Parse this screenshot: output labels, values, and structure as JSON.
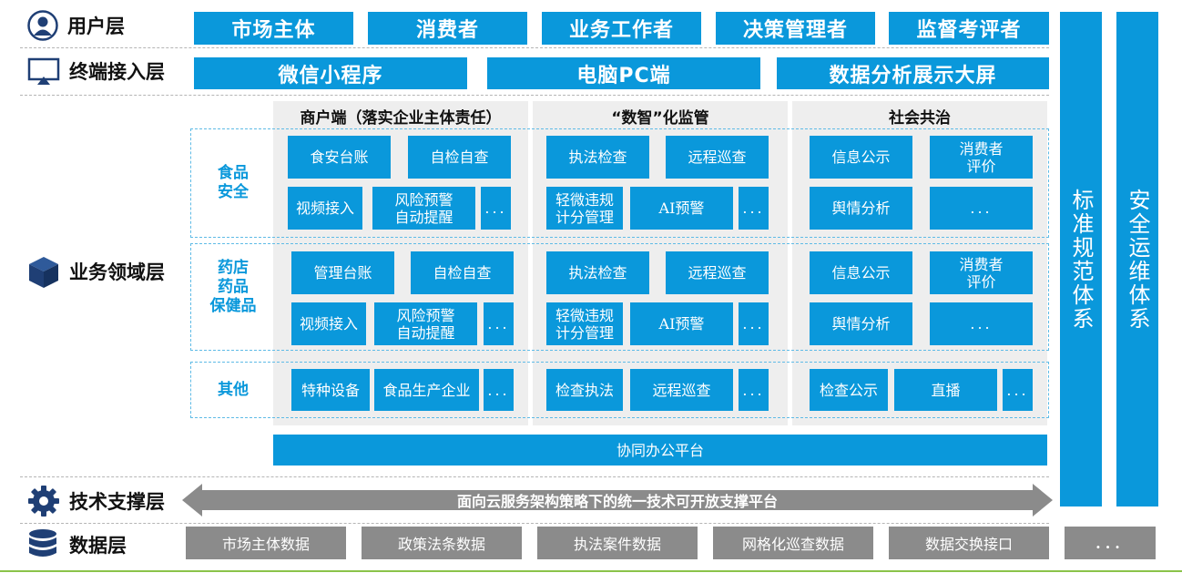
{
  "layers": {
    "user": "用户层",
    "terminal": "终端接入层",
    "business": "业务领域层",
    "tech": "技术支撑层",
    "data": "数据层"
  },
  "user_items": [
    "市场主体",
    "消费者",
    "业务工作者",
    "决策管理者",
    "监督考评者"
  ],
  "terminal_items": [
    "微信小程序",
    "电脑PC端",
    "数据分析展示大屏"
  ],
  "columns": [
    "商户端（落实企业主体责任）",
    "“数智”化监管",
    "社会共治"
  ],
  "domains": [
    "食品\n安全",
    "药店\n药品\n保健品",
    "其他"
  ],
  "food": {
    "merchant": [
      "食安台账",
      "自检自查",
      "视频接入",
      "风险预警\n自动提醒",
      "..."
    ],
    "regulation": [
      "执法检查",
      "远程巡查",
      "轻微违规\n计分管理",
      "AI预警",
      "..."
    ],
    "social": [
      "信息公示",
      "消费者\n评价",
      "舆情分析",
      "..."
    ]
  },
  "pharmacy": {
    "merchant": [
      "管理台账",
      "自检自查",
      "视频接入",
      "风险预警\n自动提醒",
      "..."
    ],
    "regulation": [
      "执法检查",
      "远程巡查",
      "轻微违规\n计分管理",
      "AI预警",
      "..."
    ],
    "social": [
      "信息公示",
      "消费者\n评价",
      "舆情分析",
      "..."
    ]
  },
  "other": {
    "merchant": [
      "特种设备",
      "食品生产企业",
      "..."
    ],
    "regulation": [
      "检查执法",
      "远程巡查",
      "..."
    ],
    "social": [
      "检查公示",
      "直播",
      "..."
    ]
  },
  "office_platform": "协同办公平台",
  "tech_bar": "面向云服务架构策略下的统一技术可开放支撑平台",
  "data_items": [
    "市场主体数据",
    "政策法条数据",
    "执法案件数据",
    "网格化巡查数据",
    "数据交换接口",
    "..."
  ],
  "side": {
    "standards": "标准规范体系",
    "security": "安全运维体系"
  },
  "colors": {
    "primary_blue": "#0a98db",
    "gray": "#8b8b8b",
    "panel": "#eeeeee",
    "label_dark": "#1f3f75",
    "bottom_line": "#8bc34a"
  },
  "icons": [
    "user-icon",
    "monitor-icon",
    "cube-icon",
    "gear-icon",
    "database-icon"
  ]
}
